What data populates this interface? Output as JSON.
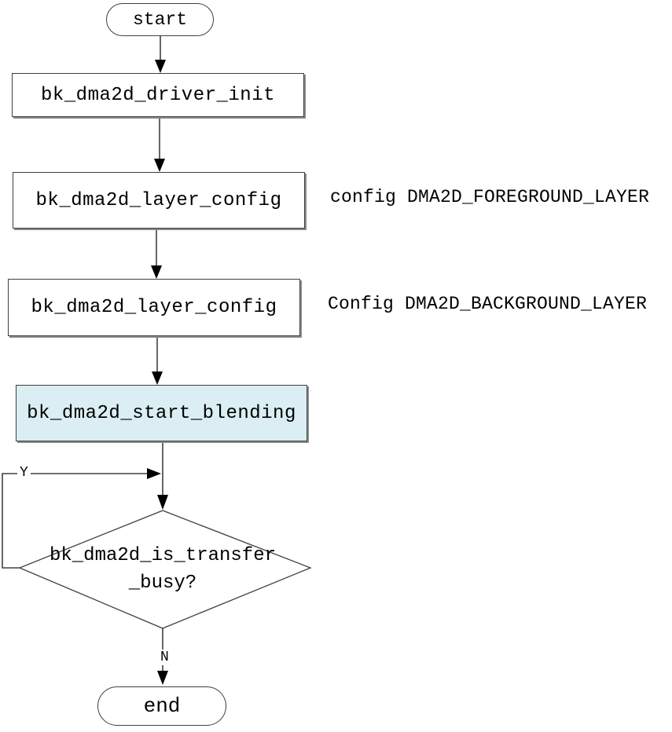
{
  "flowchart": {
    "nodes": {
      "start": {
        "label": "start",
        "type": "terminator"
      },
      "driver_init": {
        "label": "bk_dma2d_driver_init",
        "type": "process"
      },
      "layer_config_fg": {
        "label": "bk_dma2d_layer_config",
        "type": "process"
      },
      "layer_config_bg": {
        "label": "bk_dma2d_layer_config",
        "type": "process"
      },
      "start_blending": {
        "label": "bk_dma2d_start_blending",
        "type": "process",
        "fill": "#daeef3"
      },
      "is_transfer_busy": {
        "label_line1": "bk_dma2d_is_transfer",
        "label_line2": "_busy?",
        "type": "decision"
      },
      "end": {
        "label": "end",
        "type": "terminator"
      }
    },
    "annotations": {
      "foreground": "config DMA2D_FOREGROUND_LAYER",
      "background": "Config DMA2D_BACKGROUND_LAYER"
    },
    "edge_labels": {
      "busy_yes": "Y",
      "busy_no": "N"
    },
    "colors": {
      "process_fill": "#ffffff",
      "highlight_fill": "#daeef3",
      "border": "#404040",
      "shadow": "#8a8a8a",
      "line": "#404040",
      "arrowhead": "#000000",
      "text": "#000000"
    }
  }
}
